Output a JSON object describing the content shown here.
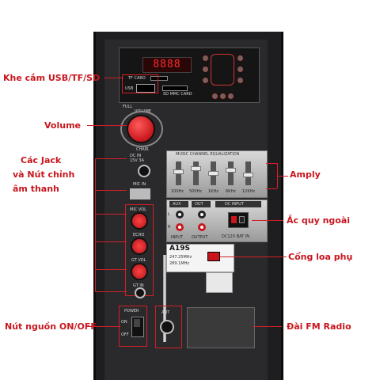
{
  "labels": {
    "usb_slot": "Khe cắm USB/TF/SD",
    "volume": "Volume",
    "jack_line1": "Các Jack",
    "jack_line2": "và Nút chỉnh",
    "jack_line3": "âm thanh",
    "amply": "Amply",
    "battery": "Ắc quy ngoài",
    "speaker_port": "Cổng loa phụ",
    "power": "Nút nguồn ON/OFF",
    "fm": "Đài FM Radio"
  },
  "panel": {
    "display": "8888",
    "tf_card": "TF CARD",
    "usb": "USB",
    "sd_card": "SD MMC CARD",
    "full": "FULL",
    "volume": "VOLUME",
    "chair": "CHAIR",
    "dc_in": "DC IN",
    "dc_spec": "15V 3A",
    "mic_in": "MIC IN",
    "mic_vol": "MIC VOL",
    "echo": "ECHO",
    "gt_vol": "GT VOL",
    "gt_in": "GT IN",
    "eq_title": "MUSIC CHANNEL EQUALIZATION",
    "eq_bands": [
      "100Hz",
      "500Hz",
      "1KHz",
      "6KHz",
      "12KHz"
    ],
    "aux": "AUX",
    "out": "OUT",
    "dc_input": "DC INPUT",
    "l": "L",
    "r": "R",
    "input": "INPUT",
    "output": "OUTPUT",
    "bat_in": "DC12V BAT IN",
    "model": "A19S",
    "freq1": "247.25MHz",
    "freq2": "289.1MHz",
    "power_label": "POWER",
    "on": "ON",
    "off": "OFF",
    "ant": "ANT"
  },
  "colors": {
    "accent": "#d21f26",
    "panel": "#1e1e20",
    "knob_red": "#e0252b"
  }
}
